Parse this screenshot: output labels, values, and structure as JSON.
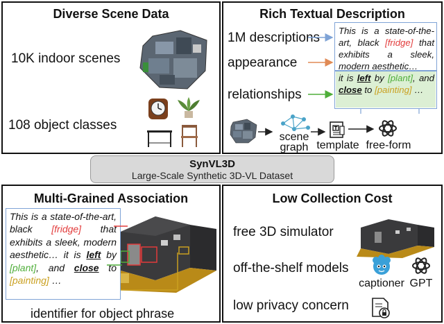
{
  "panel_scene": {
    "title": "Diverse Scene Data",
    "scenes": "10K indoor scenes",
    "classes": "108 object classes"
  },
  "panel_text": {
    "title": "Rich Textual Description",
    "desc_count": "1M descriptions",
    "appearance": "appearance",
    "relationships": "relationships",
    "desc_a": "This is a state-of-the-art, black ",
    "fridge": "[fridge]",
    "desc_b": " that exhibits a sleek, modern aesthetic…",
    "it_is": "it is ",
    "left": "left",
    "by": " by ",
    "plant": "[plant]",
    "and": ", and ",
    "close": "close",
    "to": " to ",
    "painting": "[painting]",
    "ellipsis": " …",
    "scene_graph": "scene graph",
    "template": "template",
    "free_form": "free-form"
  },
  "banner": {
    "name": "SynVL3D",
    "subtitle": "Large-Scale Synthetic 3D-VL Dataset"
  },
  "panel_assoc": {
    "title": "Multi-Grained Association",
    "desc_a": "This is a state-of-the-art, black ",
    "fridge": "[fridge]",
    "desc_b": " that exhibits a sleek, modern aesthetic… it is ",
    "left": "left",
    "by": " by ",
    "plant": "[plant]",
    "and": ", and ",
    "close": "close",
    "to": " to ",
    "painting": "[painting]",
    "ellipsis": " …",
    "caption": "identifier for object phrase"
  },
  "panel_cost": {
    "title": "Low Collection Cost",
    "simulator": "free 3D simulator",
    "models": "off-the-shelf models",
    "privacy": "low privacy concern",
    "captioner": "captioner",
    "gpt": "GPT"
  },
  "colors": {
    "red": "#e23b3b",
    "green": "#4fae3a",
    "orange": "#e08a55",
    "gold": "#caa020",
    "blue_box": "#7fa3d6",
    "green_fill": "#dcefd4"
  },
  "icons": [
    "floorplan-icon",
    "clock-icon",
    "plant-icon",
    "table-icon",
    "chair-icon",
    "graph-icon",
    "document-icon",
    "openai-icon",
    "room-render-icon",
    "captioner-icon",
    "privacy-document-icon"
  ]
}
